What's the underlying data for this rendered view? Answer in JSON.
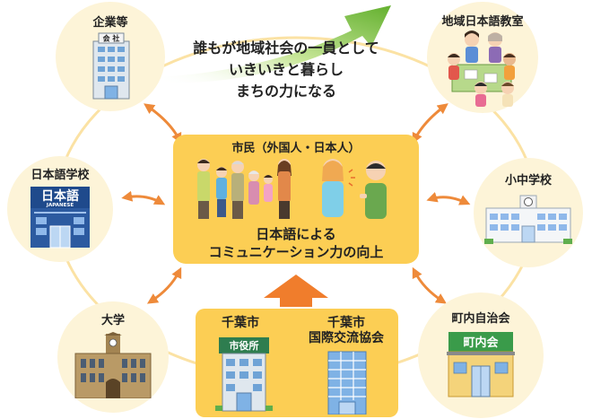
{
  "slogan": {
    "line1": "誰もが地域社会の一員として",
    "line2": "いきいきと暮らし",
    "line3": "まちの力になる"
  },
  "center": {
    "title": "市民（外国人・日本人）",
    "line1": "日本語による",
    "line2": "コミュニケーション力の向上"
  },
  "nodes": {
    "companies": "企業等",
    "community_class": "地域日本語教室",
    "language_school": "日本語学校",
    "schools": "小中学校",
    "university": "大学",
    "neighborhood_assoc": "町内自治会"
  },
  "bottom": {
    "city_line1": "千葉市",
    "intl_line1": "千葉市",
    "intl_line2": "国際交流協会"
  },
  "signs": {
    "company": "会 社",
    "school_main": "日本語",
    "school_sub": "JAPANESE",
    "city_hall": "市役所",
    "neighborhood": "町内会"
  },
  "colors": {
    "node_fill": "#fdf4d8",
    "ring": "#fbe2a4",
    "arrow": "#ee8a3a",
    "box": "#fcce54",
    "up_arrow": "#f07d2c",
    "green_arrow": "#8cc63e"
  }
}
